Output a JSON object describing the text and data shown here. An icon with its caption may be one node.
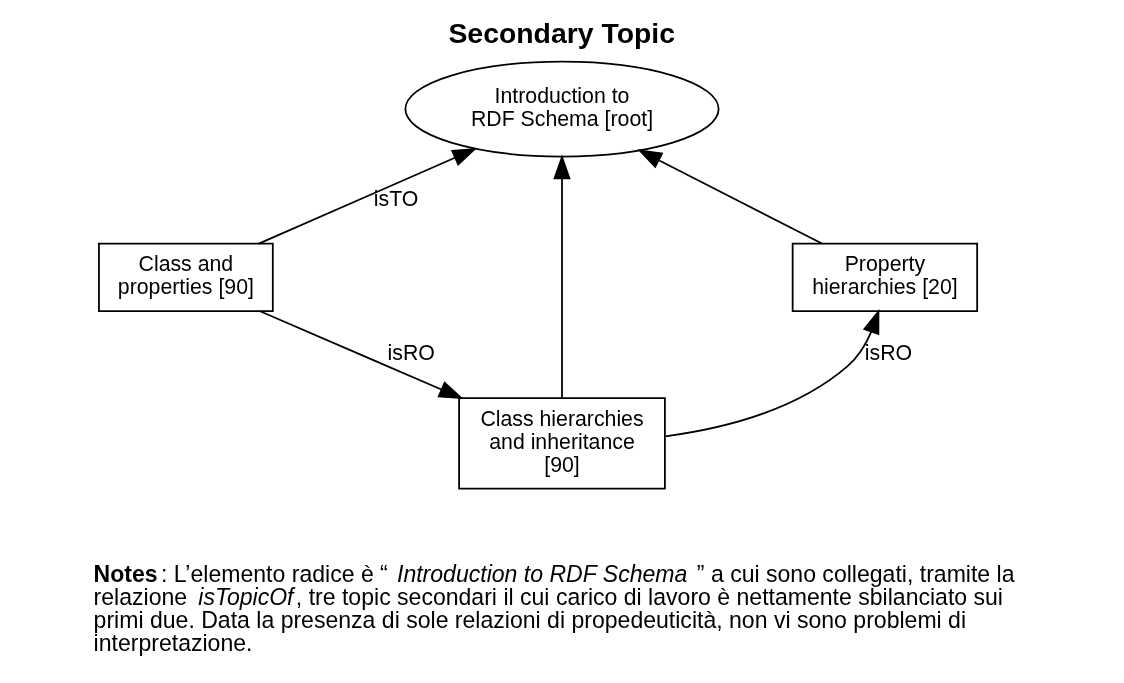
{
  "diagram": {
    "title": "Secondary Topic",
    "caption": "**Notes**: L’elemento radice è “*Introduction to RDF Schema*” a cui sono collegati, tramite la relazione *isTopicOf*, tre topic secondari il cui carico di lavoro è nettamente sbilanciato sui primi due. Data la presenza di sole relazioni di propedeuticità, non vi sono problemi di interpretazione.",
    "nodes": [
      {
        "text": [
          "Introduction to RDF Schema [root]"
        ]
      },
      {
        "text": [
          "Class and properties [90]"
        ]
      },
      {
        "text": [
          "Property hierarchies [20]"
        ]
      },
      {
        "text": [
          "Class hierarchies and inheritance [90]"
        ]
      }
    ],
    "edges": [
      {
        "from": 1,
        "to": 0,
        "arrow": "to",
        "label": "isTO"
      },
      {
        "from": 2,
        "to": 0,
        "arrow": "to"
      },
      {
        "from": 3,
        "to": 0,
        "arrow": "to"
      },
      {
        "from": 1,
        "to": 3,
        "arrow": "to",
        "label": "isRO"
      },
      {
        "from": 3,
        "to": 2,
        "arrow": "to",
        "label": "isRO"
      }
    ]
  }
}
